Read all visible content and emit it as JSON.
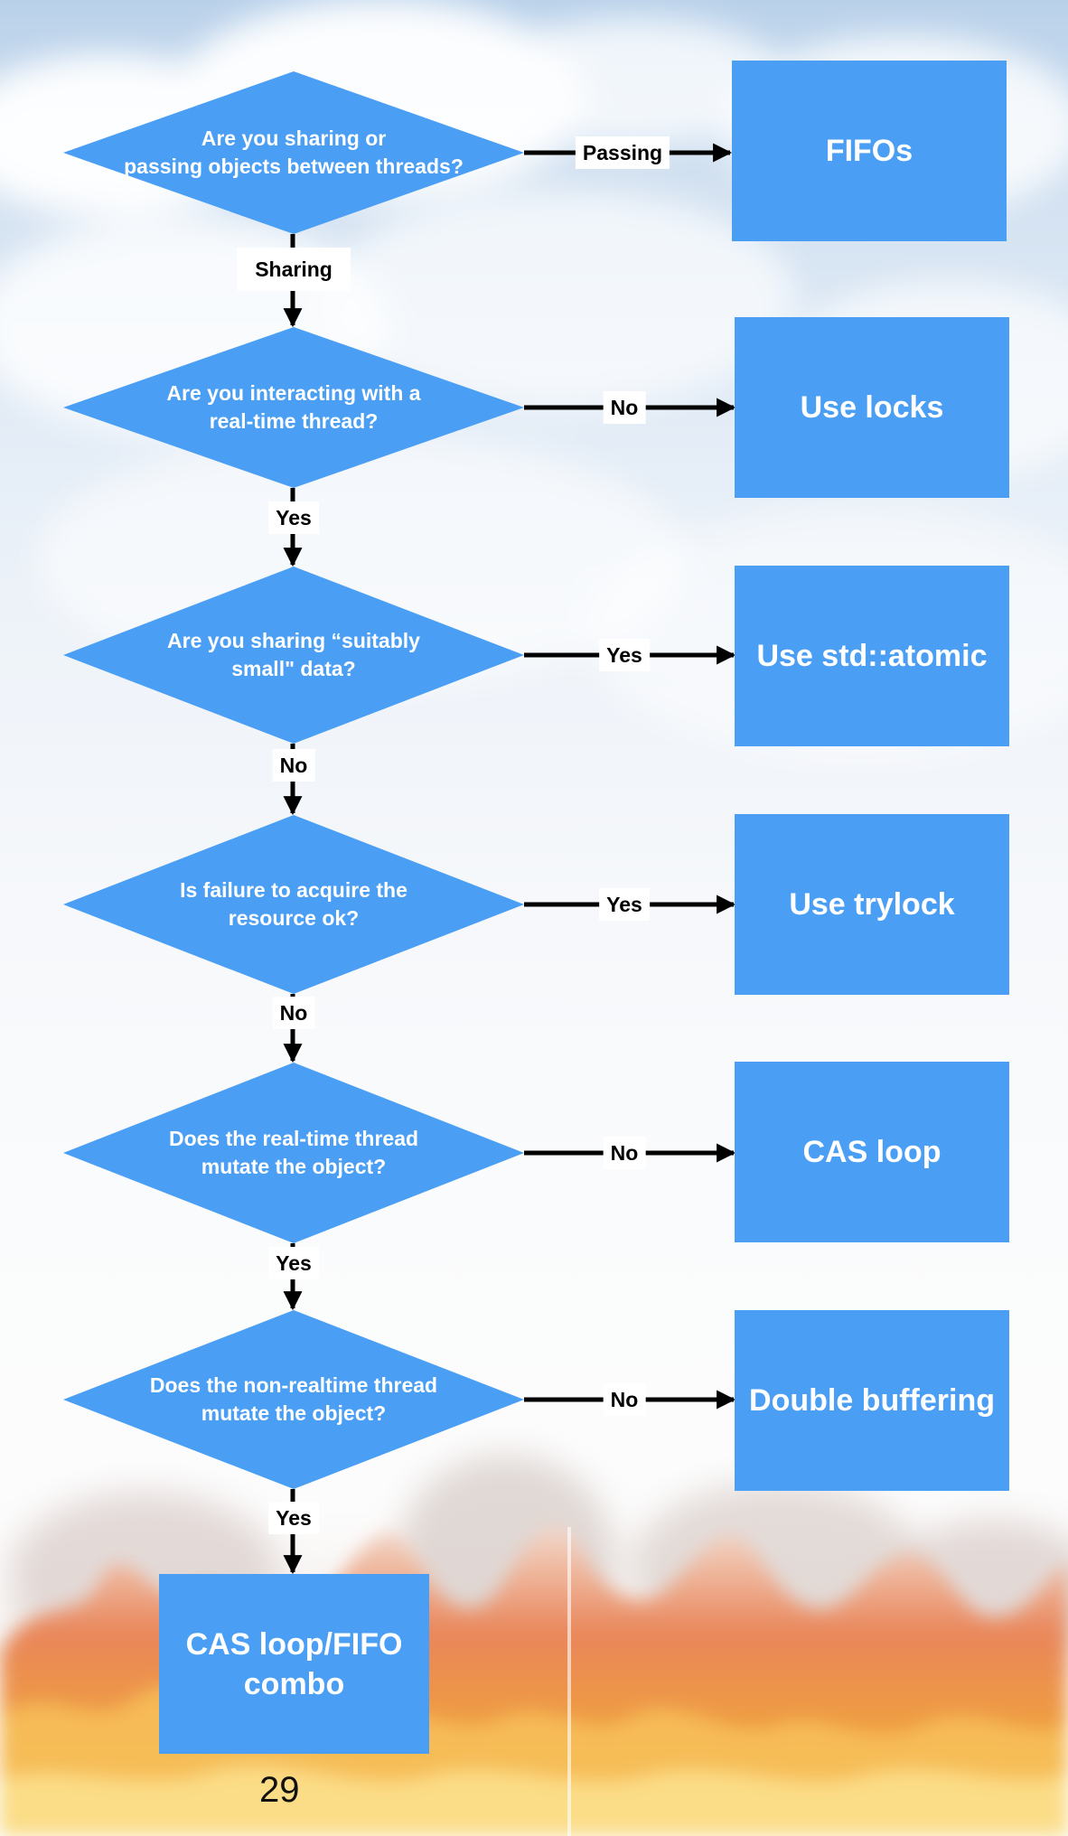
{
  "questions": [
    {
      "text": "Are you sharing or\npassing objects between threads?"
    },
    {
      "text": "Are you interacting with a\nreal-time thread?"
    },
    {
      "text": "Are you sharing “suitably\nsmall\" data?"
    },
    {
      "text": "Is failure to acquire the\nresource ok?"
    },
    {
      "text": "Does the real-time thread\nmutate the object?"
    },
    {
      "text": "Does the non-realtime thread\nmutate the object?"
    }
  ],
  "side_edges": [
    "Passing",
    "No",
    "Yes",
    "Yes",
    "No",
    "No"
  ],
  "down_edges": [
    "Sharing",
    "Yes",
    "No",
    "No",
    "Yes",
    "Yes"
  ],
  "outcomes": [
    "FIFOs",
    "Use locks",
    "Use std::atomic",
    "Use trylock",
    "CAS loop",
    "Double buffering"
  ],
  "final_outcome": "CAS loop/FIFO combo",
  "page_number": "29",
  "colors": {
    "node": "#4a9ff5",
    "arrow": "#000000",
    "text": "#ffffff"
  }
}
